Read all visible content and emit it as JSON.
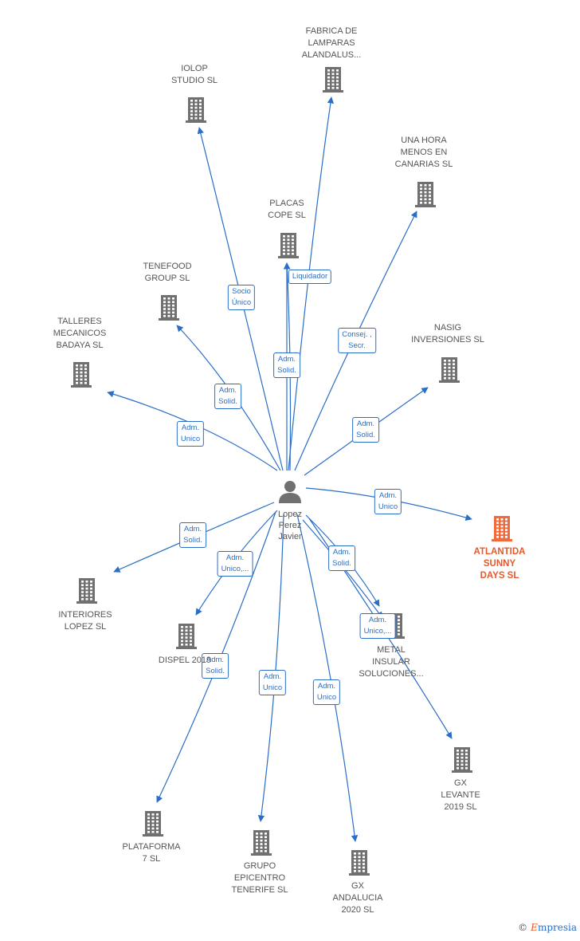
{
  "colors": {
    "edge": "#2a6ec7",
    "node": "#707070",
    "highlight": "#f06a3c",
    "person": "#707070"
  },
  "center": {
    "label": "Lopez\nPerez\nJavier",
    "icon": "person-icon"
  },
  "nodes": [
    {
      "id": "fabrica",
      "label": "FABRICA DE\nLAMPARAS\nALANDALUS...",
      "icon": "building-icon"
    },
    {
      "id": "iolop",
      "label": "IOLOP\nSTUDIO  SL",
      "icon": "building-icon"
    },
    {
      "id": "unahora",
      "label": "UNA HORA\nMENOS EN\nCANARIAS SL",
      "icon": "building-icon"
    },
    {
      "id": "placas",
      "label": "PLACAS\nCOPE  SL",
      "icon": "building-icon"
    },
    {
      "id": "tenefood",
      "label": "TENEFOOD\nGROUP  SL",
      "icon": "building-icon"
    },
    {
      "id": "talleres",
      "label": "TALLERES\nMECANICOS\nBADAYA  SL",
      "icon": "building-icon"
    },
    {
      "id": "nasig",
      "label": "NASIG\nINVERSIONES SL",
      "icon": "building-icon"
    },
    {
      "id": "atlantida",
      "label": "ATLANTIDA\nSUNNY\nDAYS  SL",
      "icon": "building-icon",
      "highlight": true
    },
    {
      "id": "interiores",
      "label": "INTERIORES\nLOPEZ SL",
      "icon": "building-icon"
    },
    {
      "id": "dispel",
      "label": "DISPEL 2019",
      "icon": "building-icon"
    },
    {
      "id": "metal",
      "label": "METAL\nINSULAR\nSOLUCIONES...",
      "icon": "building-icon"
    },
    {
      "id": "gxlevante",
      "label": "GX\nLEVANTE\n2019  SL",
      "icon": "building-icon"
    },
    {
      "id": "plataforma",
      "label": "PLATAFORMA\n7 SL",
      "icon": "building-icon"
    },
    {
      "id": "grupo",
      "label": "GRUPO\nEPICENTRO\nTENERIFE SL",
      "icon": "building-icon"
    },
    {
      "id": "gxandalucia",
      "label": "GX\nANDALUCIA\n2020  SL",
      "icon": "building-icon"
    }
  ],
  "edges": [
    {
      "to": "iolop",
      "label": "Socio\nÚnico"
    },
    {
      "to": "fabrica",
      "label": ""
    },
    {
      "to": "placas",
      "label": "Liquidador"
    },
    {
      "to": "placas",
      "label": "Adm.\nSolid."
    },
    {
      "to": "unahora",
      "label": "Consej. ,\nSecr."
    },
    {
      "to": "tenefood",
      "label": "Adm.\nSolid."
    },
    {
      "to": "talleres",
      "label": "Adm.\nUnico"
    },
    {
      "to": "nasig",
      "label": "Adm.\nSolid."
    },
    {
      "to": "atlantida",
      "label": "Adm.\nUnico"
    },
    {
      "to": "interiores",
      "label": "Adm.\nSolid."
    },
    {
      "to": "dispel",
      "label": "Adm.\nUnico,..."
    },
    {
      "to": "metal",
      "label": "Adm.\nSolid."
    },
    {
      "to": "metal",
      "label": "Adm.\nUnico,..."
    },
    {
      "to": "gxlevante",
      "label": ""
    },
    {
      "to": "plataforma",
      "label": "Adm.\nSolid."
    },
    {
      "to": "grupo",
      "label": "Adm.\nUnico"
    },
    {
      "to": "gxandalucia",
      "label": "Adm.\nUnico"
    }
  ],
  "footer": {
    "copyright": "©",
    "brand_first": "E",
    "brand_rest": "mpresia"
  }
}
